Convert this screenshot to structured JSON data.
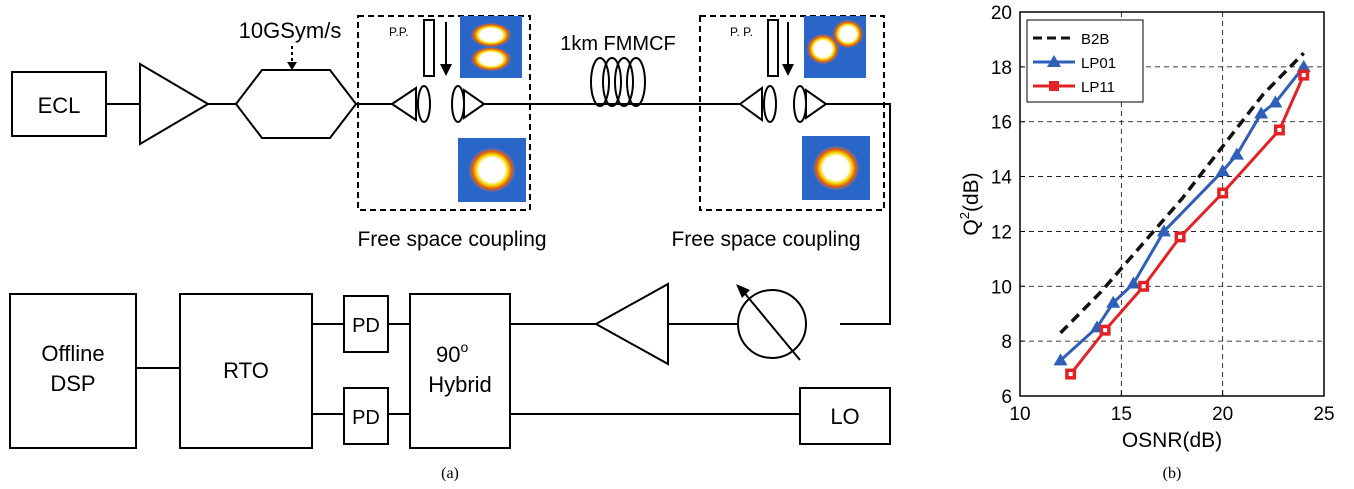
{
  "setup": {
    "ecl": "ECL",
    "symbol_rate": "10GSym/s",
    "pp_left": "P.P.",
    "pp_right": "P. P.",
    "fiber": "1km FMMCF",
    "coupling_left": "Free space coupling",
    "coupling_right": "Free space coupling",
    "offline_dsp_line1": "Offline",
    "offline_dsp_line2": "DSP",
    "rto": "RTO",
    "pd_top": "PD",
    "pd_bottom": "PD",
    "hybrid_degree": "90",
    "hybrid_sup": "o",
    "hybrid_word": "Hybrid",
    "lo": "LO",
    "caption": "(a)",
    "colors": {
      "mode_bg": "#2a66c8",
      "mode_ring": "#f0d000",
      "mode_core": "#ffffff"
    }
  },
  "chart_data": {
    "type": "line",
    "xlabel": "OSNR(dB)",
    "ylabel_main": "Q",
    "ylabel_sup": "2",
    "ylabel_tail": "(dB)",
    "xlim": [
      10,
      25
    ],
    "ylim": [
      6,
      20
    ],
    "xticks": [
      "10",
      "15",
      "20",
      "25"
    ],
    "yticks": [
      "6",
      "8",
      "10",
      "12",
      "14",
      "16",
      "18",
      "20"
    ],
    "grid": true,
    "legend_position": "top-left",
    "caption": "(b)",
    "series": [
      {
        "name": "B2B",
        "color": "#111111",
        "dash": true,
        "marker": "none",
        "x": [
          12,
          14,
          16,
          18,
          20,
          22,
          24
        ],
        "y": [
          8.3,
          9.8,
          11.5,
          13.2,
          15.1,
          17.0,
          18.5
        ]
      },
      {
        "name": "LP01",
        "color": "#2f5fb8",
        "dash": false,
        "marker": "triangle",
        "x": [
          12,
          13.8,
          14.6,
          15.6,
          17.1,
          20,
          20.7,
          21.9,
          22.6,
          24
        ],
        "y": [
          7.3,
          8.5,
          9.4,
          10.1,
          12.0,
          14.2,
          14.8,
          16.3,
          16.7,
          18.0
        ]
      },
      {
        "name": "LP11",
        "color": "#e32226",
        "dash": false,
        "marker": "square",
        "x": [
          12.5,
          14.2,
          16.1,
          17.9,
          20,
          22.8,
          24
        ],
        "y": [
          6.8,
          8.4,
          10.0,
          11.8,
          13.4,
          15.7,
          17.7
        ]
      }
    ]
  }
}
